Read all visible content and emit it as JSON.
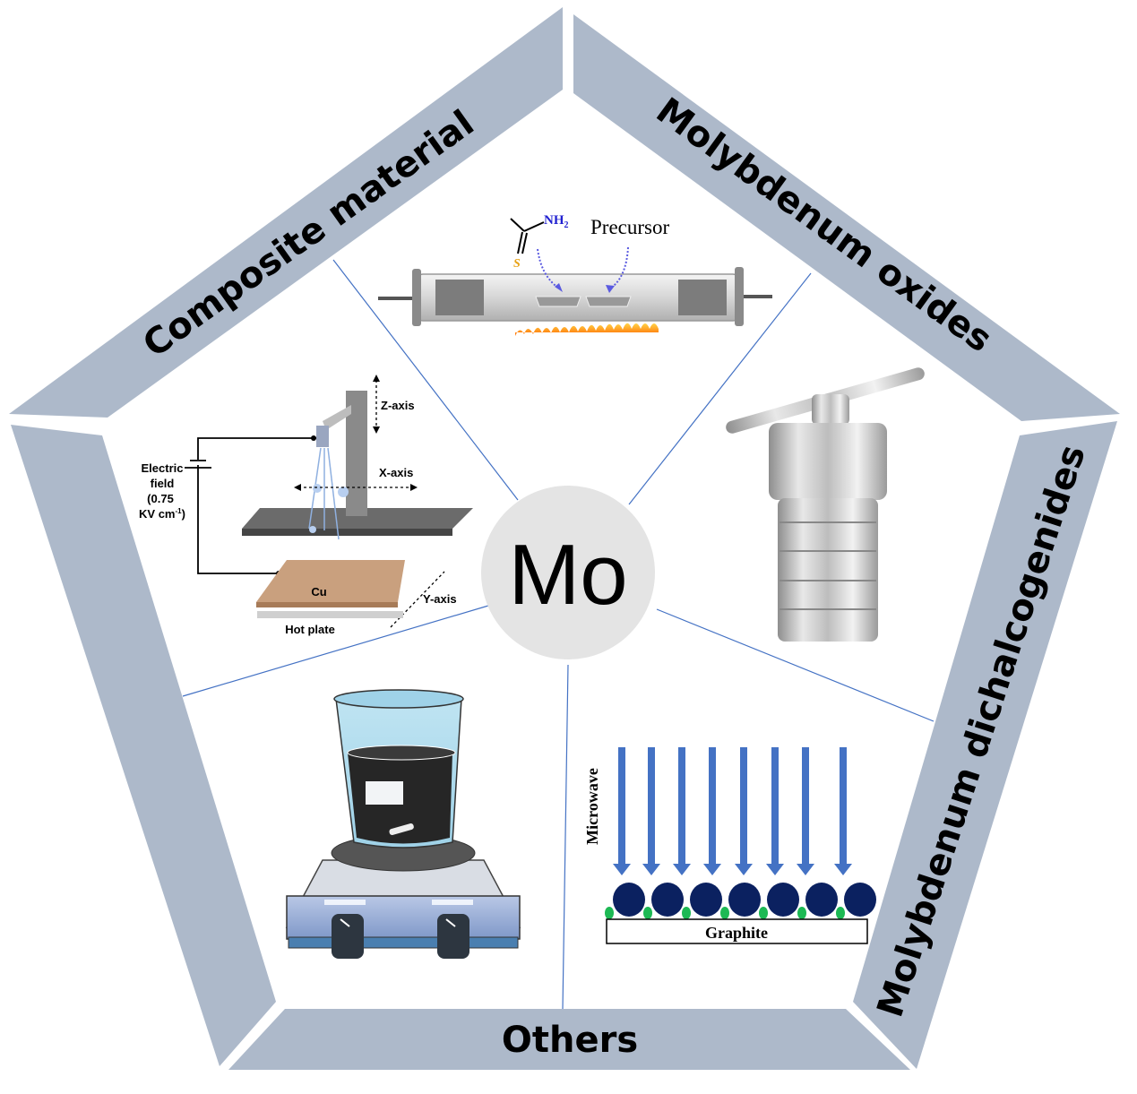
{
  "center": {
    "label": "Mo"
  },
  "bands": [
    {
      "id": "composite",
      "label": "Composite material"
    },
    {
      "id": "oxides",
      "label": "Molybdenum oxides"
    },
    {
      "id": "dichalcogenides",
      "label": "Molybdenum dichalcogenides"
    },
    {
      "id": "others",
      "label": "Others"
    }
  ],
  "colors": {
    "band": "#ADB9CA",
    "spoke": "#4472C4",
    "center_fill": "#E4E4E4",
    "microwave_arrow": "#4472C4",
    "particle": "#0B2160",
    "particle_small": "#1DB954",
    "nh2": "#1F1FD0",
    "sulfur": "#E8A317"
  },
  "tube_furnace": {
    "precursor_label": "Precursor",
    "molecule": {
      "amine": "NH",
      "amine_sub": "2",
      "sulfur": "S"
    }
  },
  "electrospray": {
    "z_axis": "Z-axis",
    "x_axis": "X-axis",
    "y_axis": "Y-axis",
    "field_lines": [
      "Electric",
      "field",
      "(0.75",
      "KV cm"
    ],
    "field_sup": "-1",
    "field_close": ")",
    "substrate": "Cu",
    "hot_plate": "Hot plate"
  },
  "microwave": {
    "label": "Microwave",
    "substrate": "Graphite",
    "arrow_count": 8,
    "particle_count": 7
  }
}
